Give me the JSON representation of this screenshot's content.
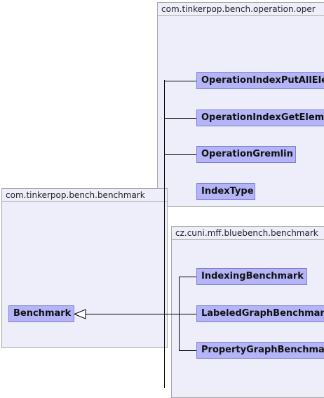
{
  "packages": {
    "operation": {
      "title": "com.tinkerpop.bench.operation.oper"
    },
    "benchmark": {
      "title": "com.tinkerpop.bench.benchmark"
    },
    "bluebench": {
      "title": "cz.cuni.mff.bluebench.benchmark"
    }
  },
  "classes": {
    "op_index_put_all": "OperationIndexPutAllEle",
    "op_index_get": "OperationIndexGetElem",
    "op_gremlin": "OperationGremlin",
    "index_type": "IndexType",
    "benchmark": "Benchmark",
    "indexing_benchmark": "IndexingBenchmark",
    "labeled_graph_benchmark": "LabeledGraphBenchmar",
    "property_graph_benchmark": "PropertyGraphBenchma"
  },
  "colors": {
    "package_fill": "#eeeefb",
    "package_border": "#a9a9a9",
    "class_fill": "#b4b4f7",
    "class_border": "#7f7fd8",
    "edge": "#000000"
  },
  "relations": [
    {
      "type": "generalization",
      "from": "labeled_graph_benchmark",
      "to": "benchmark"
    }
  ]
}
